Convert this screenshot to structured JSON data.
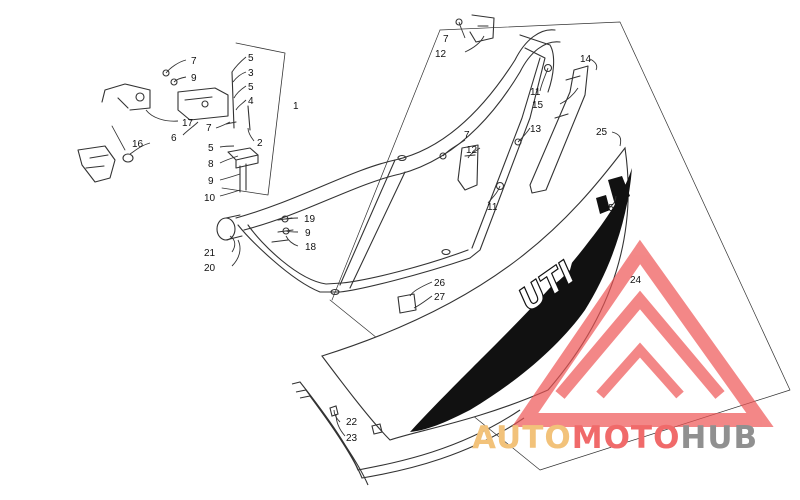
{
  "diagram": {
    "callouts": [
      "1",
      "2",
      "3",
      "4",
      "5",
      "6",
      "7",
      "8",
      "9",
      "10",
      "11",
      "12",
      "13",
      "14",
      "15",
      "16",
      "17",
      "18",
      "19",
      "20",
      "21",
      "22",
      "23",
      "24",
      "25",
      "26",
      "27"
    ],
    "graphic_text": "UTI"
  },
  "watermark": {
    "brand_part1": "AUTO",
    "brand_part2": "MOTO",
    "brand_part3": "HUB",
    "colors": {
      "auto": "#f2c27a",
      "moto": "#f06a6a",
      "hub": "#909090",
      "triangle": "#ee5555"
    }
  }
}
